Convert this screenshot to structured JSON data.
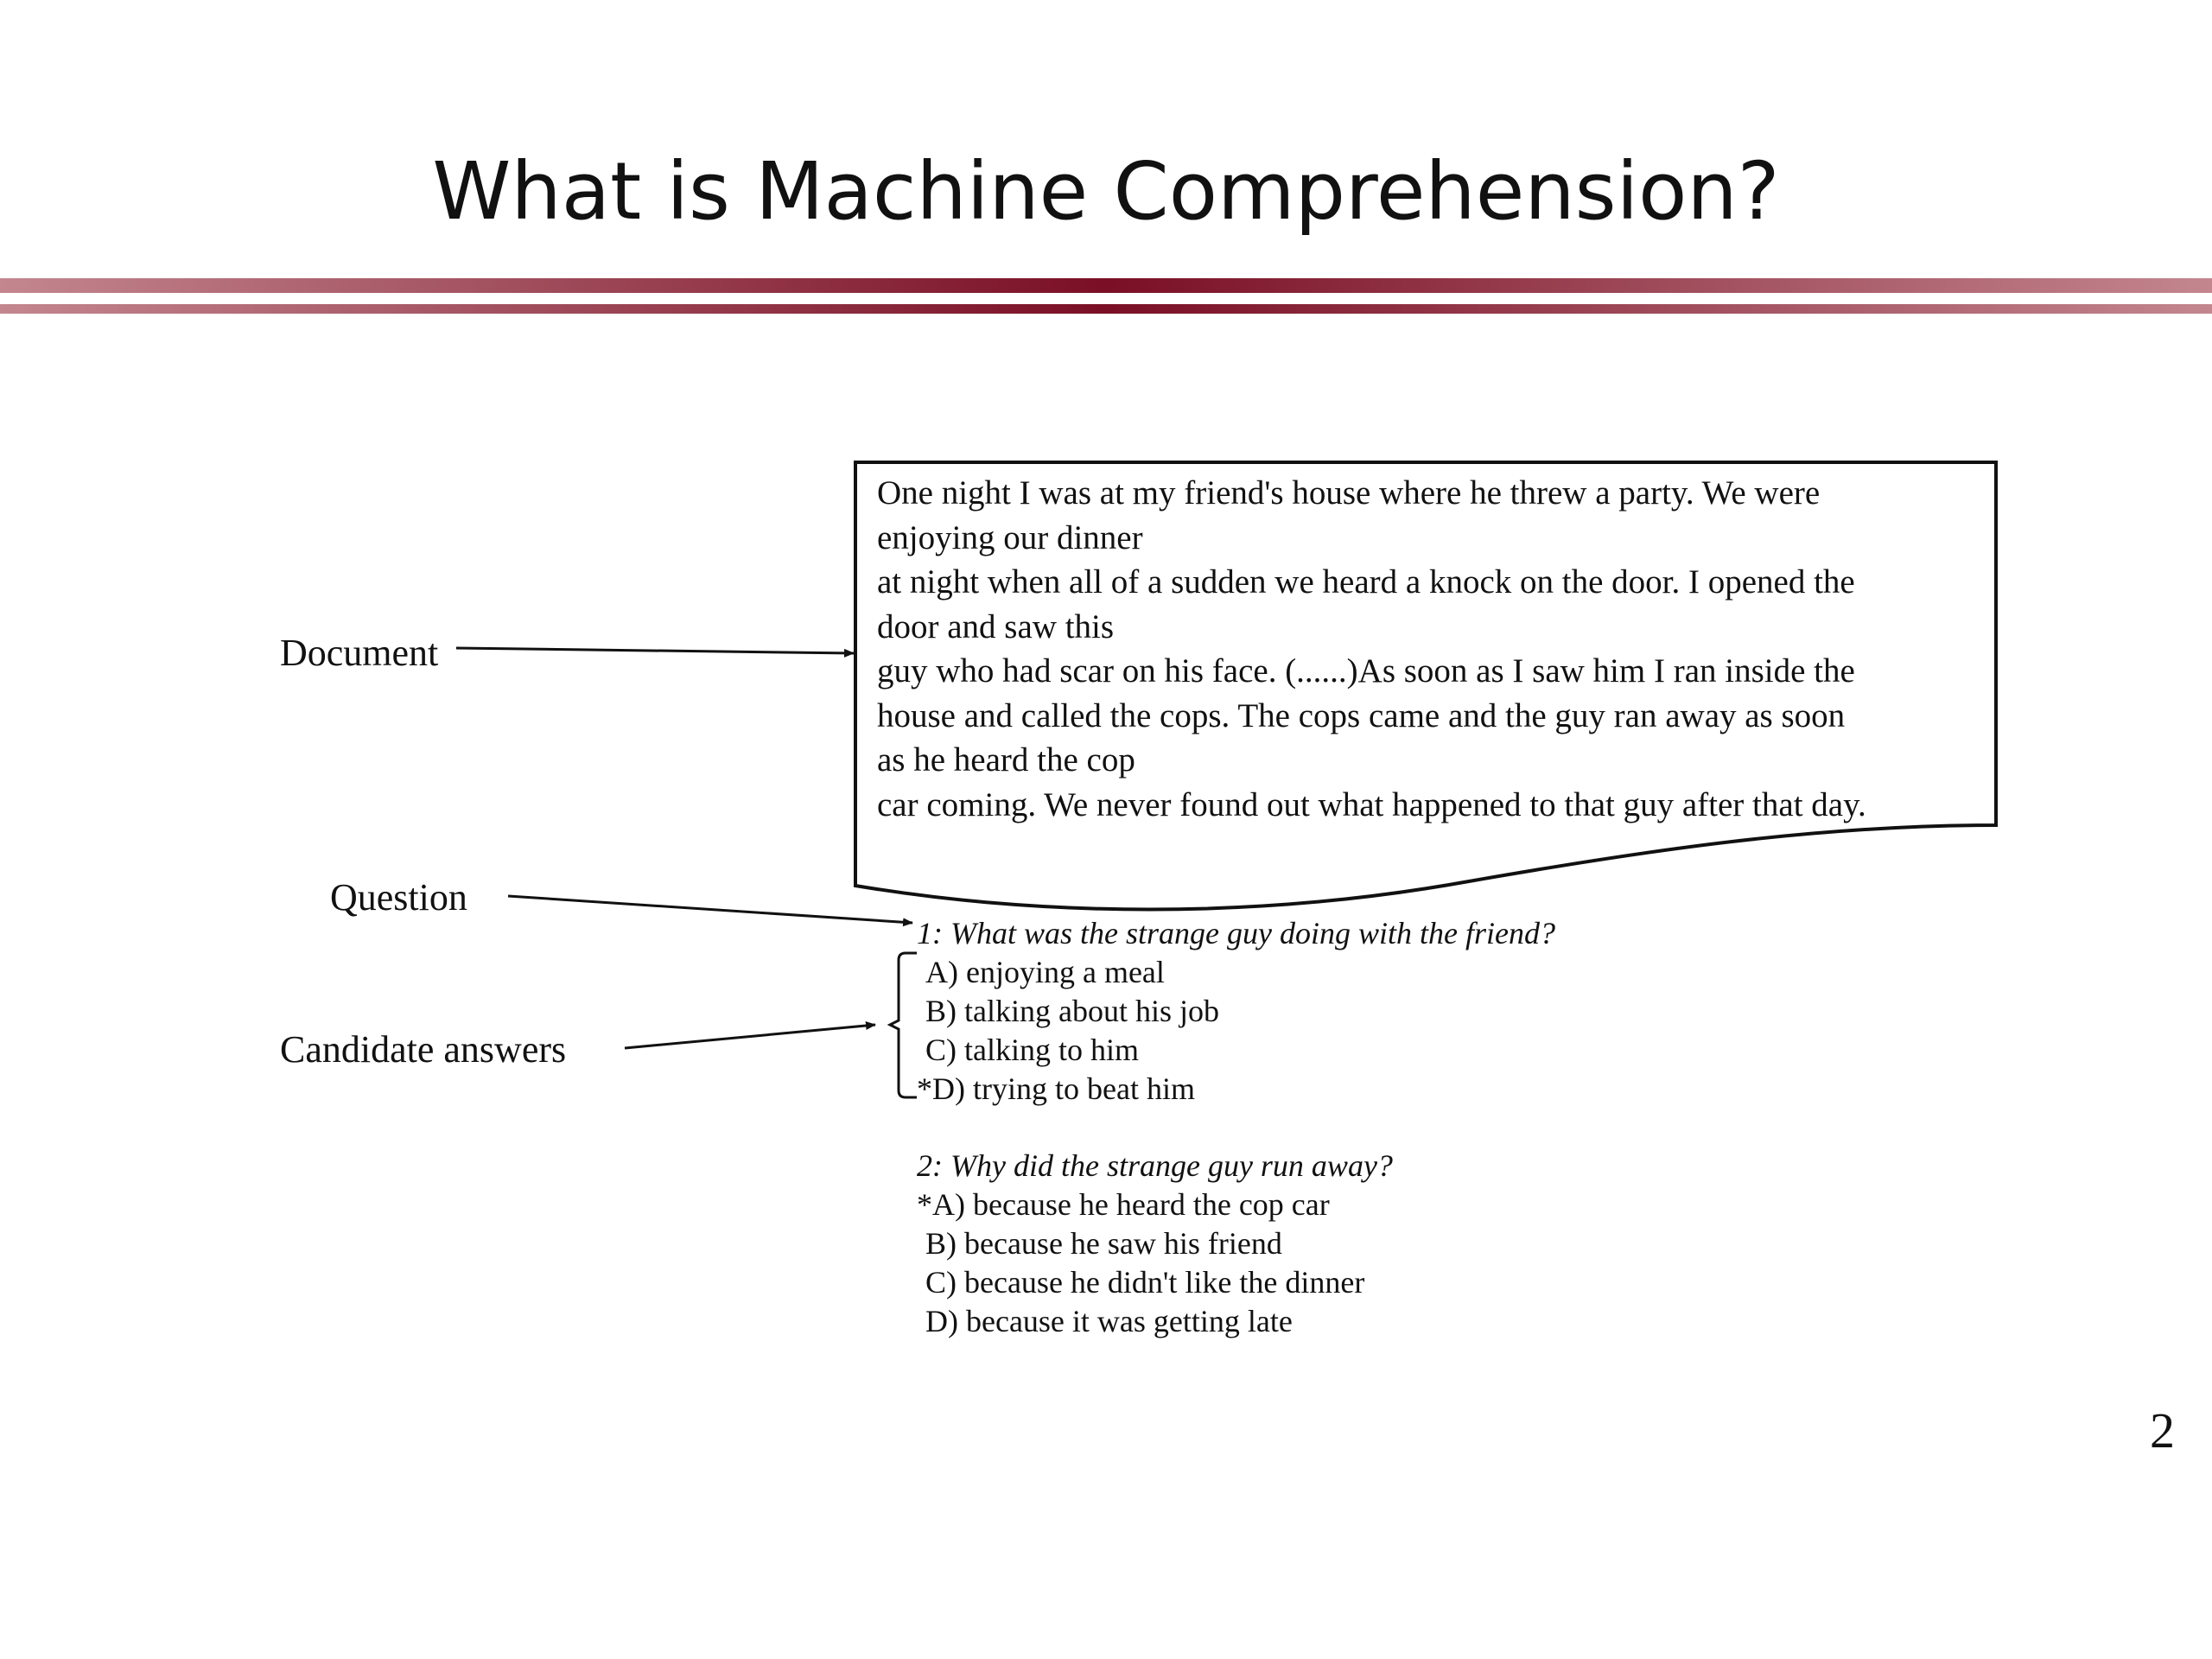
{
  "slide": {
    "title": "What is Machine Comprehension?",
    "page_number": "2",
    "accent_colors": {
      "dark": "#7a0f25",
      "light": "#c3868f"
    }
  },
  "labels": {
    "document": "Document",
    "question": "Question",
    "candidate_answers": "Candidate answers"
  },
  "document_lines": [
    "One night I was at my friend's house where he threw a party. We were",
    "enjoying our dinner",
    "at night when all of a sudden we heard a knock on the door. I opened the",
    "door and saw this",
    "guy who had scar on his face. (......)As soon as I saw him I ran inside the",
    "house and called the cops. The cops came and the guy ran away as soon",
    "as he heard the cop",
    "car coming. We never found out what happened to that guy after that day."
  ],
  "questions": [
    {
      "text": "1: What was the strange guy doing with the friend?",
      "options": [
        "A) enjoying a meal",
        "B) talking about his job",
        "C) talking to him",
        "*D) trying to beat him"
      ]
    },
    {
      "text": "2: Why did the strange guy run away?",
      "options": [
        "*A) because he heard the cop car",
        "B) because he saw his friend",
        "C) because he didn't like the dinner",
        "D) because it was getting late"
      ]
    }
  ]
}
